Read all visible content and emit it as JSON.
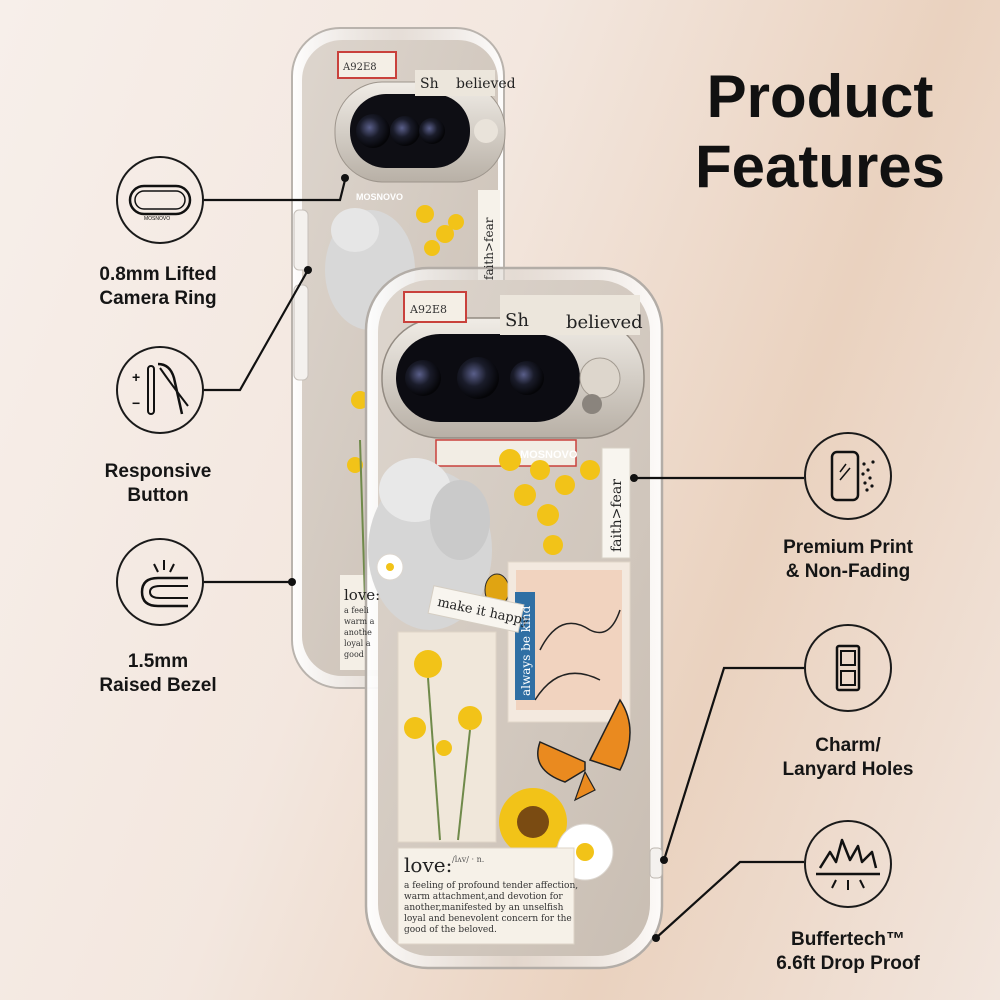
{
  "title": {
    "line1": "Product",
    "line2": "Features"
  },
  "features_left": [
    {
      "line1": "0.8mm Lifted",
      "line2": "Camera Ring",
      "icon": "camera-ring-icon"
    },
    {
      "line1": "Responsive",
      "line2": "Button",
      "icon": "button-icon"
    },
    {
      "line1": "1.5mm",
      "line2": "Raised Bezel",
      "icon": "bezel-icon"
    }
  ],
  "features_right": [
    {
      "line1": "Premium Print",
      "line2": "& Non-Fading",
      "icon": "phone-print-icon"
    },
    {
      "line1": "Charm/",
      "line2": "Lanyard Holes",
      "icon": "lanyard-holes-icon"
    },
    {
      "line1": "Buffertech™",
      "line2": "6.6ft Drop Proof",
      "icon": "drop-proof-icon"
    }
  ],
  "icon_text": {
    "camera_ring_brand": "MOSNOVO",
    "plus": "+",
    "minus": "−"
  },
  "case_print": {
    "brand": "MOSNOVO",
    "ticket": "A92E8",
    "she": "Sh",
    "believed": "believed",
    "faith": "faith>fear",
    "make_it_happy": "make it happy",
    "always_be_kind": "always be kind",
    "love_word": "love:",
    "love_phonetic": "/lʌv/ · n.",
    "love_definition": [
      "a feeling of profound tender affection,",
      "warm attachment,and devotion for",
      "another,manifested by an unselfish",
      "loyal and benevolent concern for the",
      "good of the beloved."
    ],
    "back_love": "love:",
    "back_definition": [
      "a feeli",
      "warm a",
      "anothe",
      "loyal a",
      "good"
    ]
  },
  "colors": {
    "text": "#111111",
    "flower_yellow": "#f2c318",
    "butterfly_orange": "#ea8a1f",
    "blue_tag": "#2f6fa4",
    "phone_body": "#cfc6bd"
  }
}
